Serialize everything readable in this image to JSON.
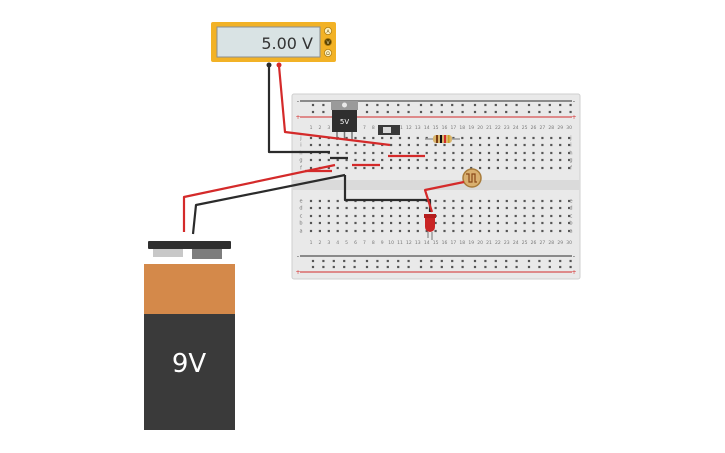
{
  "multimeter": {
    "reading": "5.00 V",
    "mode_buttons": [
      "A",
      "V",
      "Ω"
    ]
  },
  "battery": {
    "label": "9V"
  },
  "regulator": {
    "label": "5V"
  },
  "breadboard": {
    "columns": [
      "1",
      "2",
      "3",
      "4",
      "5",
      "6",
      "7",
      "8",
      "9",
      "10",
      "11",
      "12",
      "13",
      "14",
      "15",
      "16",
      "17",
      "18",
      "19",
      "20",
      "21",
      "22",
      "23",
      "24",
      "25",
      "26",
      "27",
      "28",
      "29",
      "30"
    ],
    "rows_top": [
      "j",
      "i",
      "h",
      "g",
      "f"
    ],
    "rows_bottom": [
      "e",
      "d",
      "c",
      "b",
      "a"
    ],
    "rail_plus": "+",
    "rail_minus": "-"
  },
  "colors": {
    "wire_red": "#d42a2a",
    "wire_black": "#2b2b2b",
    "meter_body": "#f2b226",
    "meter_screen": "#d9e3e4",
    "battery_top": "#d4894a",
    "battery_bottom": "#3a3a3a",
    "breadboard": "#e7e7e7"
  }
}
